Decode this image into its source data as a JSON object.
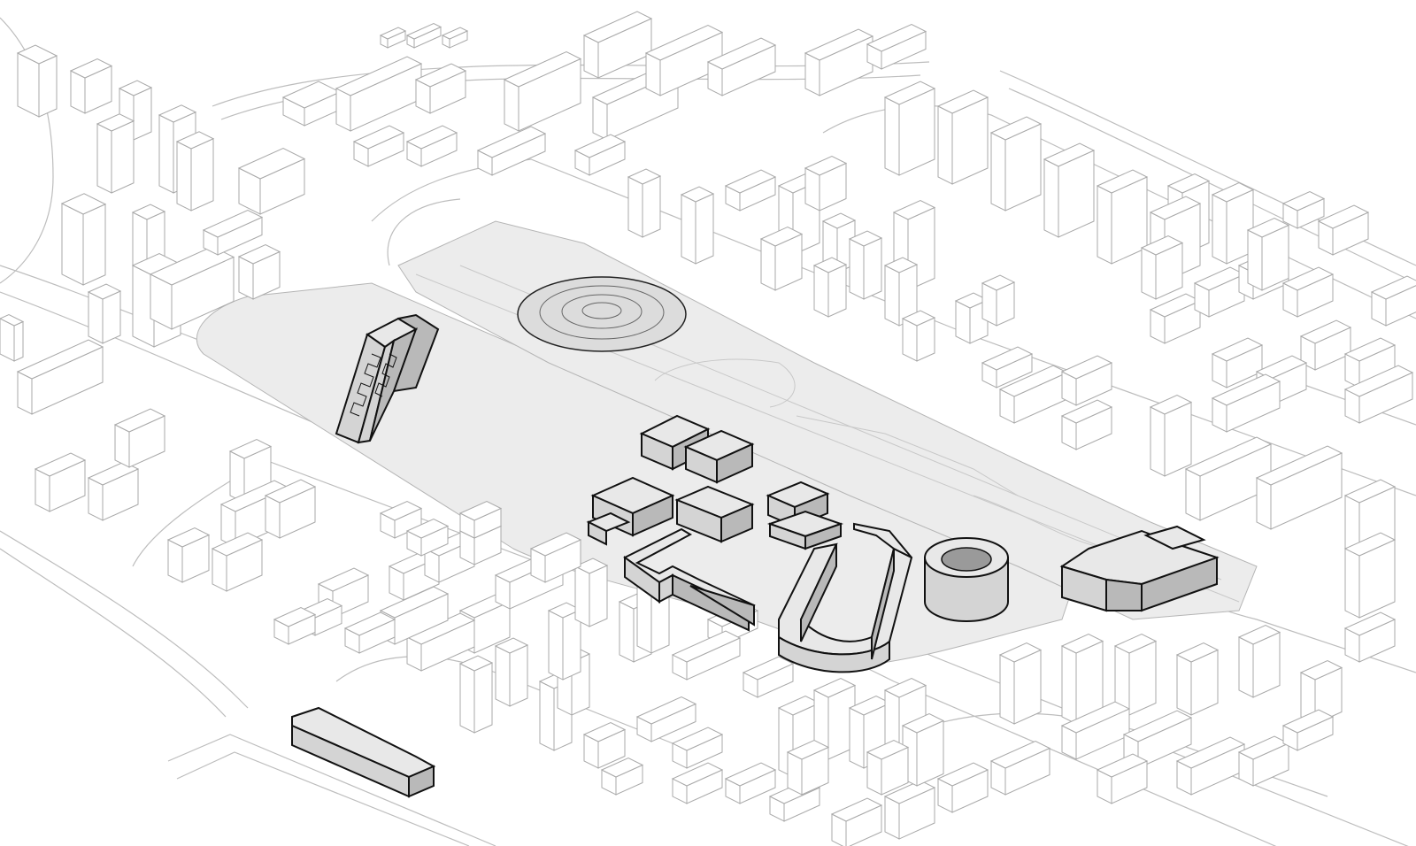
{
  "diagram": {
    "kind": "isometric-urban-site-plan",
    "colors": {
      "background": "#ffffff",
      "context_line": "#bdbdbd",
      "context_fill": "#ffffff",
      "plaza_fill": "#ececec",
      "highlight_top": "#e8e8e8",
      "highlight_side_light": "#d4d4d4",
      "highlight_side_dark": "#b9b9b9",
      "highlight_outline": "#111111"
    },
    "highlighted_volumes": [
      "stepped-slab-tower",
      "stadium-disc",
      "office-block-cluster-north",
      "office-block-cluster-west",
      "office-block-cluster-center",
      "office-block-cluster-east",
      "serpentine-residential-block",
      "curved-perimeter-block",
      "cylindrical-tower",
      "cross-plan-complex",
      "long-bar-building"
    ]
  }
}
